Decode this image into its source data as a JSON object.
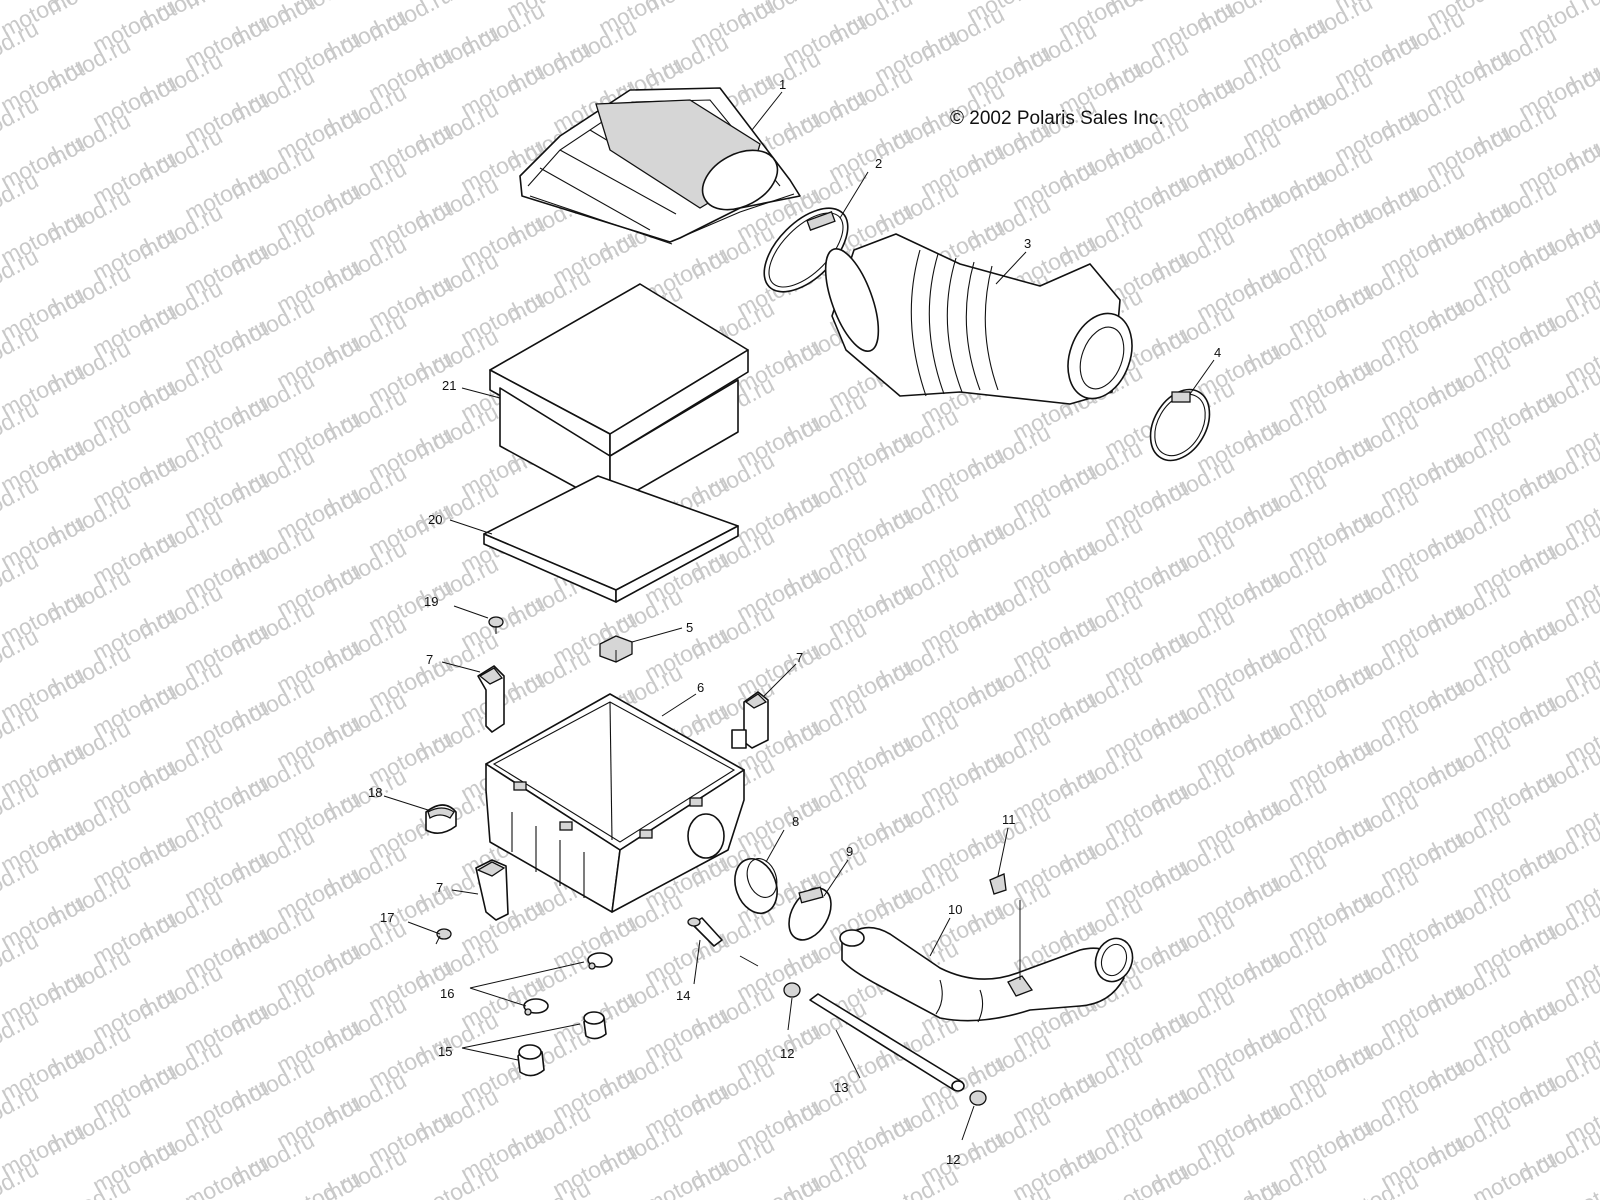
{
  "copyright": "© 2002 Polaris Sales Inc.",
  "watermark": "motod.ru",
  "callouts": [
    {
      "id": "c1",
      "text": "1"
    },
    {
      "id": "c2",
      "text": "2"
    },
    {
      "id": "c3",
      "text": "3"
    },
    {
      "id": "c4",
      "text": "4"
    },
    {
      "id": "c5",
      "text": "5"
    },
    {
      "id": "c6",
      "text": "6"
    },
    {
      "id": "c7a",
      "text": "7"
    },
    {
      "id": "c7b",
      "text": "7"
    },
    {
      "id": "c7c",
      "text": "7"
    },
    {
      "id": "c8",
      "text": "8"
    },
    {
      "id": "c9",
      "text": "9"
    },
    {
      "id": "c10",
      "text": "10"
    },
    {
      "id": "c11",
      "text": "11"
    },
    {
      "id": "c12a",
      "text": "12"
    },
    {
      "id": "c12b",
      "text": "12"
    },
    {
      "id": "c13",
      "text": "13"
    },
    {
      "id": "c14",
      "text": "14"
    },
    {
      "id": "c15",
      "text": "15"
    },
    {
      "id": "c16",
      "text": "16"
    },
    {
      "id": "c17",
      "text": "17"
    },
    {
      "id": "c18",
      "text": "18"
    },
    {
      "id": "c19",
      "text": "19"
    },
    {
      "id": "c20",
      "text": "20"
    },
    {
      "id": "c21",
      "text": "21"
    }
  ]
}
